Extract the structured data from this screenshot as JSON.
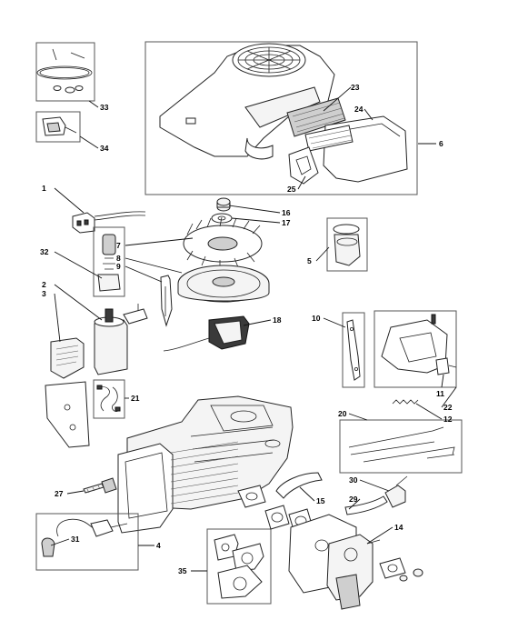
{
  "labels": [
    {
      "id": "1",
      "text": "1"
    },
    {
      "id": "2",
      "text": "2"
    },
    {
      "id": "3",
      "text": "3"
    },
    {
      "id": "4",
      "text": "4"
    },
    {
      "id": "5",
      "text": "5"
    },
    {
      "id": "6",
      "text": "6"
    },
    {
      "id": "7",
      "text": "7"
    },
    {
      "id": "8",
      "text": "8"
    },
    {
      "id": "9",
      "text": "9"
    },
    {
      "id": "10",
      "text": "10"
    },
    {
      "id": "11",
      "text": "11"
    },
    {
      "id": "12",
      "text": "12"
    },
    {
      "id": "14",
      "text": "14"
    },
    {
      "id": "15",
      "text": "15"
    },
    {
      "id": "16",
      "text": "16"
    },
    {
      "id": "17",
      "text": "17"
    },
    {
      "id": "18",
      "text": "18"
    },
    {
      "id": "20",
      "text": "20"
    },
    {
      "id": "21",
      "text": "21"
    },
    {
      "id": "22",
      "text": "22"
    },
    {
      "id": "23",
      "text": "23"
    },
    {
      "id": "24",
      "text": "24"
    },
    {
      "id": "25",
      "text": "25"
    },
    {
      "id": "27",
      "text": "27"
    },
    {
      "id": "29",
      "text": "29"
    },
    {
      "id": "30",
      "text": "30"
    },
    {
      "id": "31",
      "text": "31"
    },
    {
      "id": "32",
      "text": "32"
    },
    {
      "id": "33",
      "text": "33"
    },
    {
      "id": "34",
      "text": "34"
    },
    {
      "id": "35",
      "text": "35"
    }
  ],
  "colors": {
    "line": "#222222",
    "fill": "#f4f4f4",
    "background": "#ffffff"
  }
}
